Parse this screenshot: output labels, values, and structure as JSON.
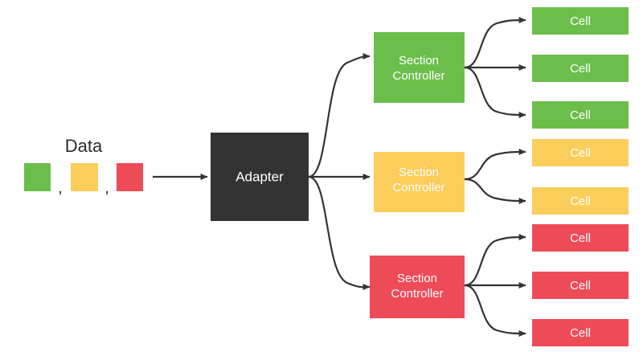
{
  "diagram": {
    "title": "Data",
    "colors": {
      "green": "#6CBE4B",
      "yellow": "#FBCD5B",
      "red": "#EE4B59",
      "dark": "#333333",
      "edge": "#333333",
      "text_dark": "#2b2b2b",
      "background": "#ffffff"
    },
    "data_source": {
      "label": "Data",
      "separator": ",",
      "swatches": [
        {
          "name": "green-swatch",
          "color": "#6CBE4B"
        },
        {
          "name": "yellow-swatch",
          "color": "#FBCD5B"
        },
        {
          "name": "red-swatch",
          "color": "#EE4B59"
        }
      ]
    },
    "adapter": {
      "label": "Adapter",
      "color": "#333333"
    },
    "sections": [
      {
        "id": "green-section",
        "controller_label_line1": "Section",
        "controller_label_line2": "Controller",
        "color": "#6CBE4B",
        "cells": [
          {
            "label": "Cell"
          },
          {
            "label": "Cell"
          },
          {
            "label": "Cell"
          }
        ]
      },
      {
        "id": "yellow-section",
        "controller_label_line1": "Section",
        "controller_label_line2": "Controller",
        "color": "#FBCD5B",
        "cells": [
          {
            "label": "Cell"
          },
          {
            "label": "Cell"
          }
        ]
      },
      {
        "id": "red-section",
        "controller_label_line1": "Section",
        "controller_label_line2": "Controller",
        "color": "#EE4B59",
        "cells": [
          {
            "label": "Cell"
          },
          {
            "label": "Cell"
          },
          {
            "label": "Cell"
          }
        ]
      }
    ]
  }
}
